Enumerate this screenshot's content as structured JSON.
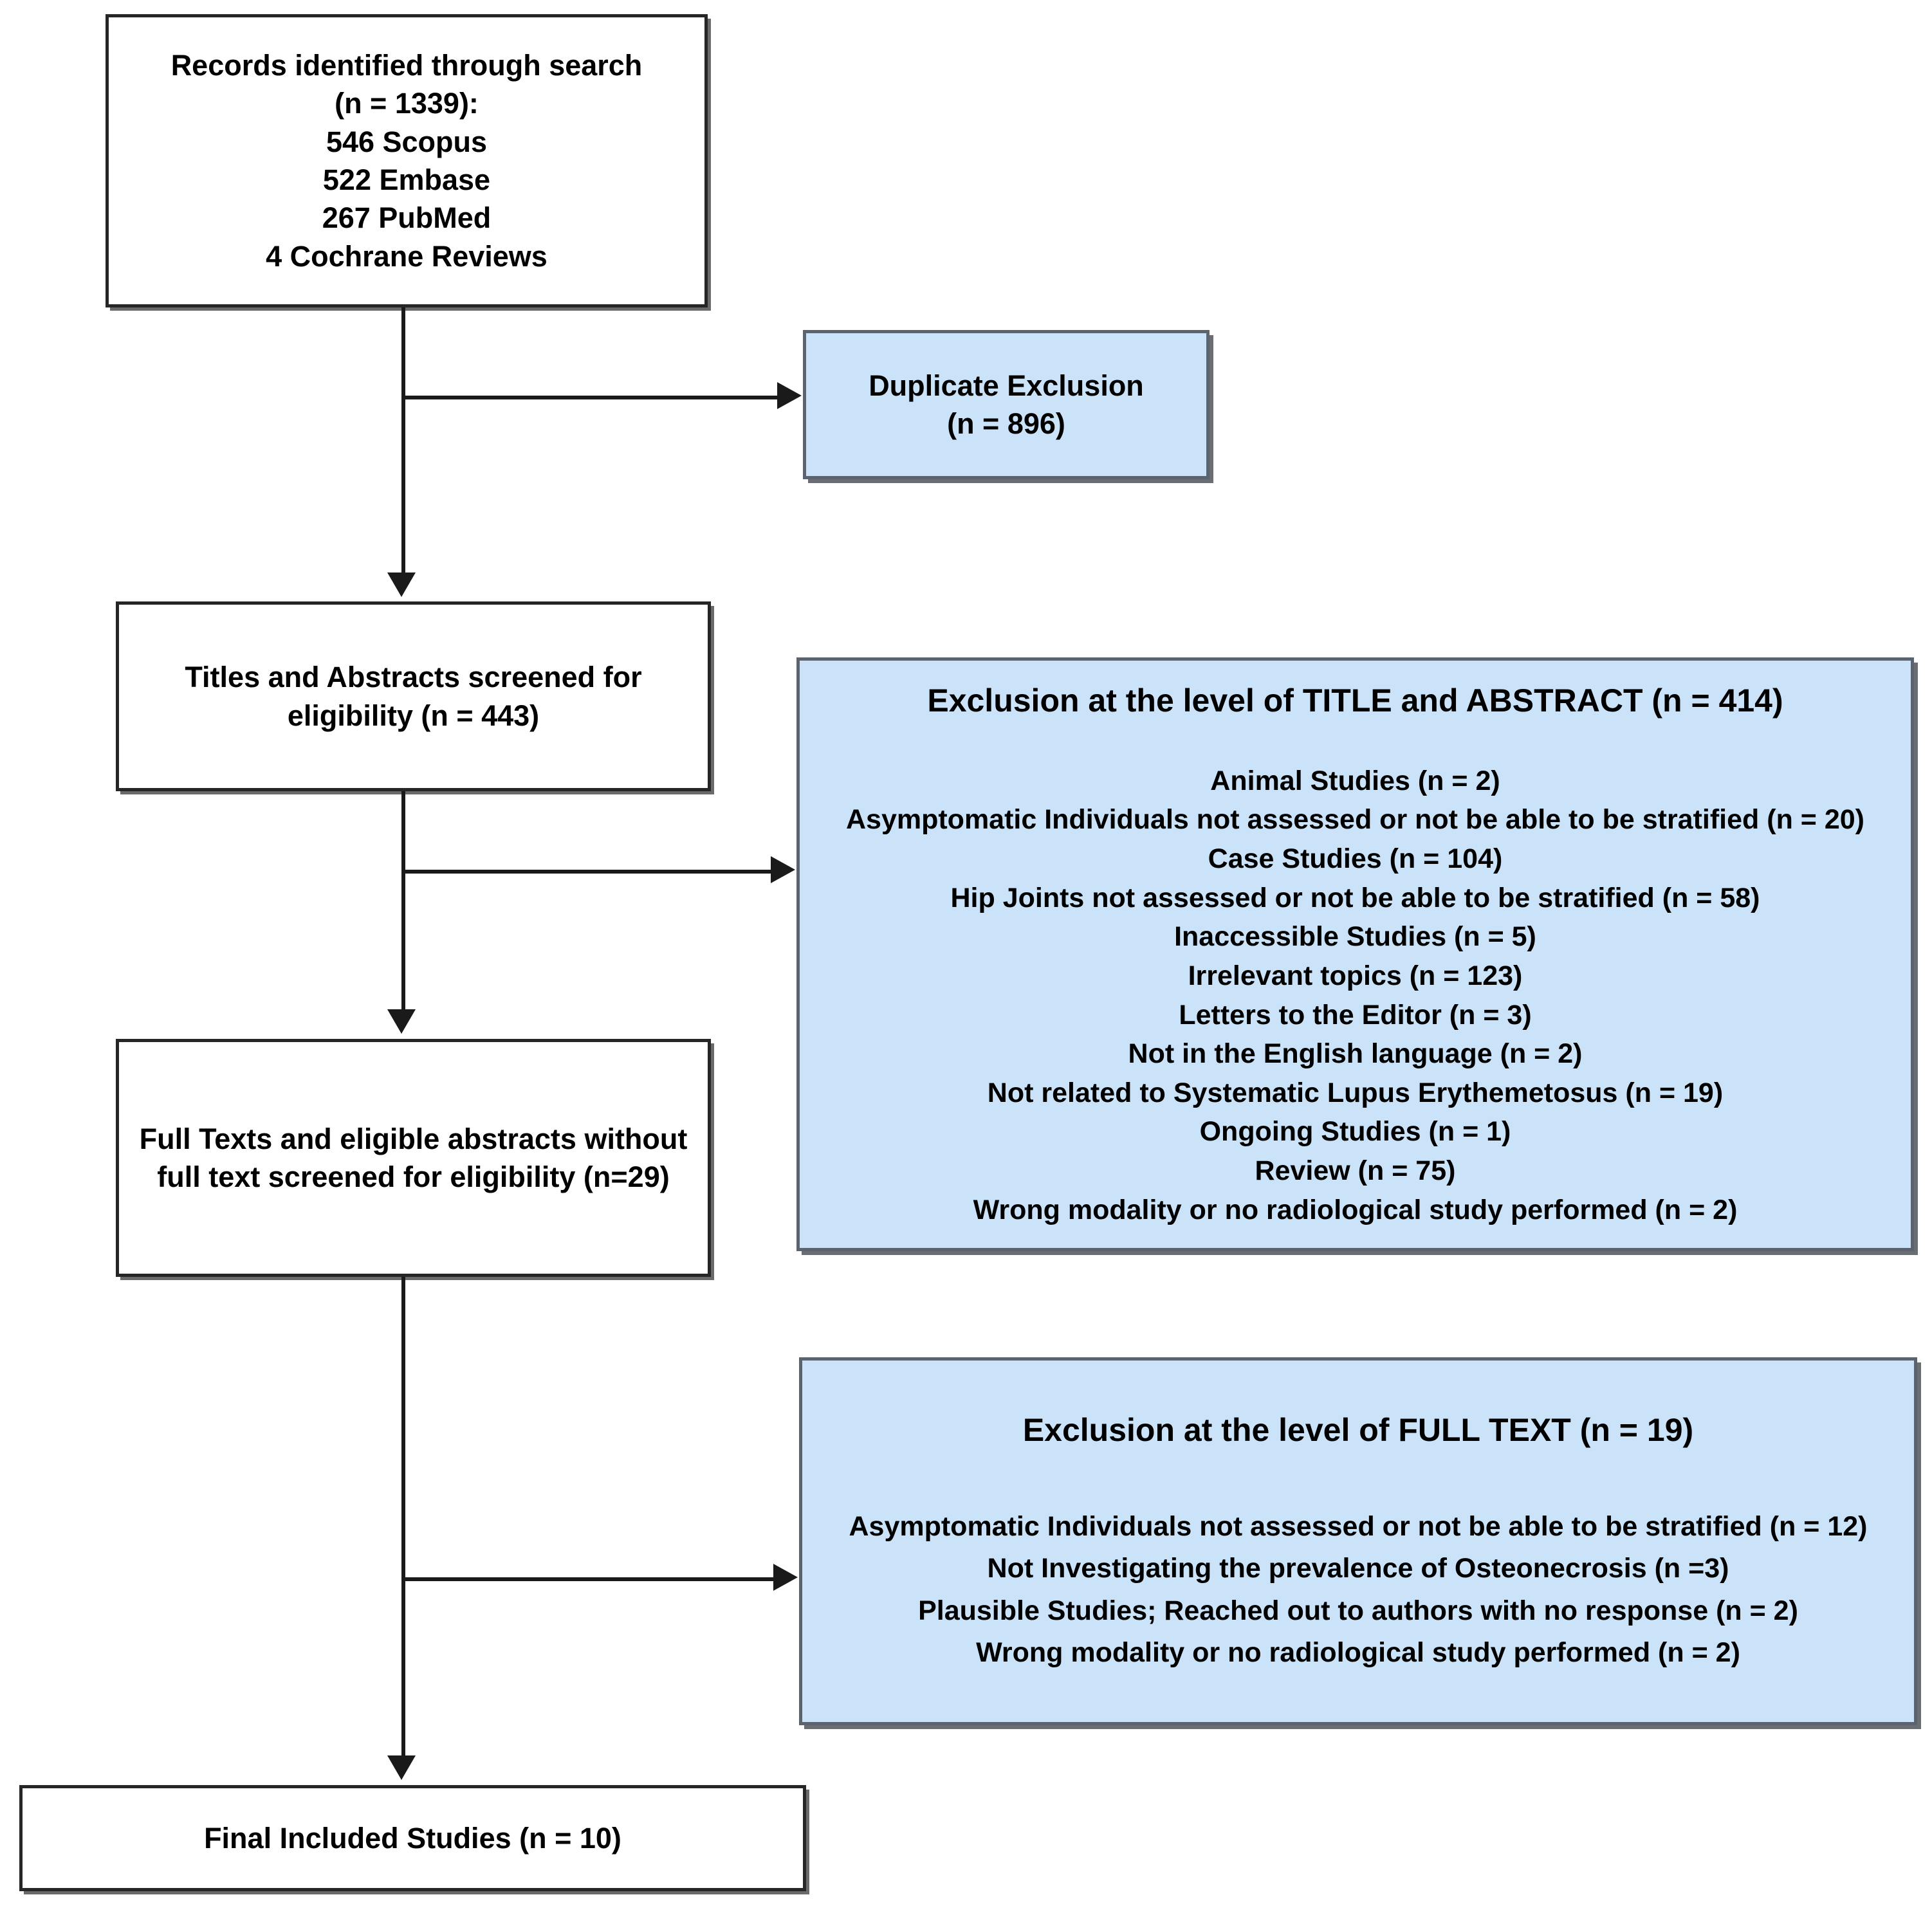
{
  "diagram": {
    "type": "prisma-flow-diagram",
    "colors": {
      "blue_fill": "#cbe3f9",
      "blue_border": "#5b636e",
      "white_fill": "#ffffff",
      "box_border": "#262626",
      "line": "#1a1a1a",
      "text": "#000000"
    },
    "identified": {
      "title": "Records identified through search",
      "count_line": "(n = 1339):",
      "sources": [
        "546 Scopus",
        "522 Embase",
        "267 PubMed",
        "4 Cochrane Reviews"
      ]
    },
    "duplicate_exclusion": {
      "title": "Duplicate Exclusion",
      "count": "(n = 896)"
    },
    "screened": {
      "line1": "Titles and Abstracts screened for",
      "line2": "eligibility (n = 443)"
    },
    "exclusion_title_abstract": {
      "header": "Exclusion at the level of TITLE and ABSTRACT (n = 414)",
      "reasons": [
        "Animal Studies (n = 2)",
        "Asymptomatic Individuals not assessed or not be able to be stratified (n = 20)",
        "Case Studies (n = 104)",
        "Hip Joints not assessed or not be able to be stratified (n = 58)",
        "Inaccessible Studies (n = 5)",
        "Irrelevant topics (n = 123)",
        "Letters to the Editor (n = 3)",
        "Not in the English language (n = 2)",
        "Not related to Systematic Lupus Erythemetosus (n = 19)",
        "Ongoing Studies (n = 1)",
        "Review (n = 75)",
        "Wrong modality or no radiological study performed (n = 2)"
      ]
    },
    "full_texts": {
      "line1": "Full Texts and eligible abstracts without",
      "line2": "full text screened for eligibility (n=29)"
    },
    "exclusion_full_text": {
      "header": "Exclusion at the level of FULL TEXT (n = 19)",
      "reasons": [
        "Asymptomatic Individuals not assessed or not be able to be stratified (n = 12)",
        "Not Investigating the prevalence of Osteonecrosis (n =3)",
        "Plausible Studies; Reached out to authors with no response (n = 2)",
        "Wrong modality or no radiological study performed (n = 2)"
      ]
    },
    "final": {
      "label": "Final Included Studies (n = 10)"
    }
  }
}
